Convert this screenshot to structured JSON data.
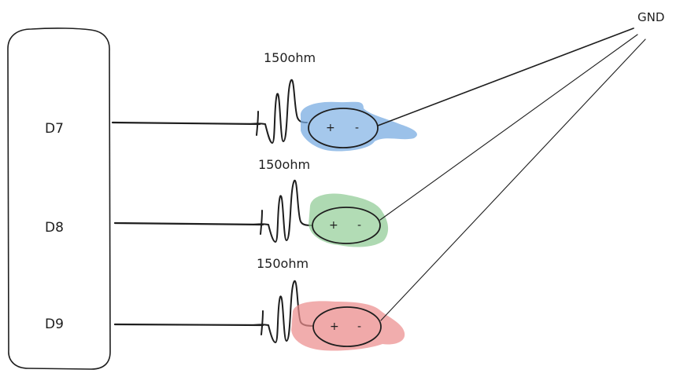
{
  "board": {
    "pins": [
      "D7",
      "D8",
      "D9"
    ]
  },
  "resistors": [
    {
      "label": "150ohm"
    },
    {
      "label": "150ohm"
    },
    {
      "label": "150ohm"
    }
  ],
  "leds": [
    {
      "plus": "+",
      "minus": "-",
      "fill_color": "#a5c8ec",
      "blob_color": "#74a9e0"
    },
    {
      "plus": "+",
      "minus": "-",
      "fill_color": "#b2dcb5",
      "blob_color": "#8fcb94"
    },
    {
      "plus": "+",
      "minus": "-",
      "fill_color": "#f0a9a9",
      "blob_color": "#ec8e8e"
    }
  ],
  "ground": {
    "label": "GND"
  },
  "colors": {
    "stroke": "#1e1e1e",
    "background": "#ffffff"
  }
}
